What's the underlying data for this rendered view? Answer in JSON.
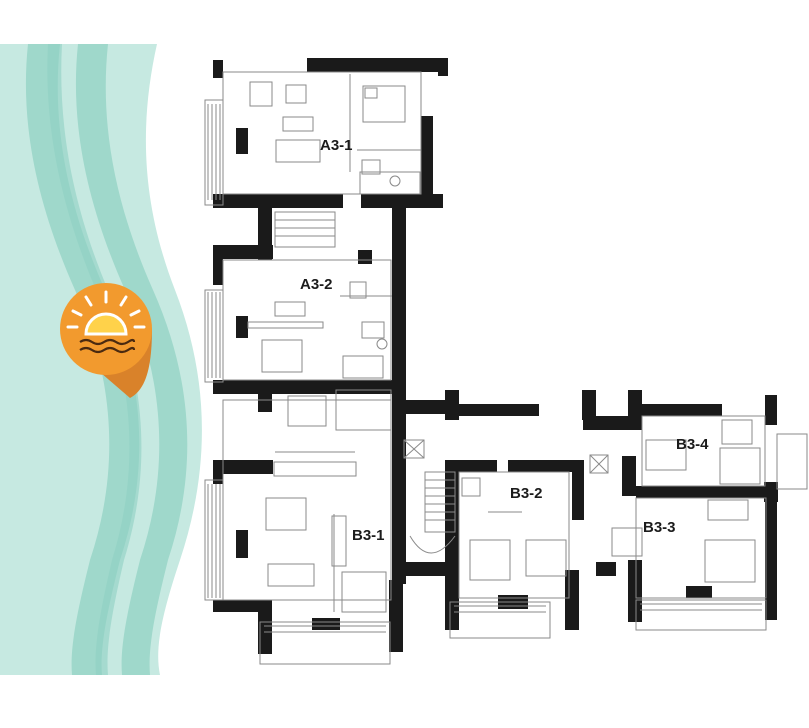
{
  "units": [
    {
      "id": "A3-1",
      "label": "A3-1"
    },
    {
      "id": "A3-2",
      "label": "A3-2"
    },
    {
      "id": "B3-1",
      "label": "B3-1"
    },
    {
      "id": "B3-2",
      "label": "B3-2"
    },
    {
      "id": "B3-3",
      "label": "B3-3"
    },
    {
      "id": "B3-4",
      "label": "B3-4"
    }
  ],
  "sea": {
    "icon": "sunset-over-sea-icon"
  },
  "colors": {
    "wall": "#1a1a1a",
    "floor_lines": "#8a8a8a",
    "sea_light": "#b6e2d8",
    "sea_mid": "#9fd8cb",
    "sea_dark": "#7ccabb",
    "sun_badge": "#f29a2e",
    "sun_shadow": "#d9822a",
    "sun_core": "#ffd24a"
  }
}
